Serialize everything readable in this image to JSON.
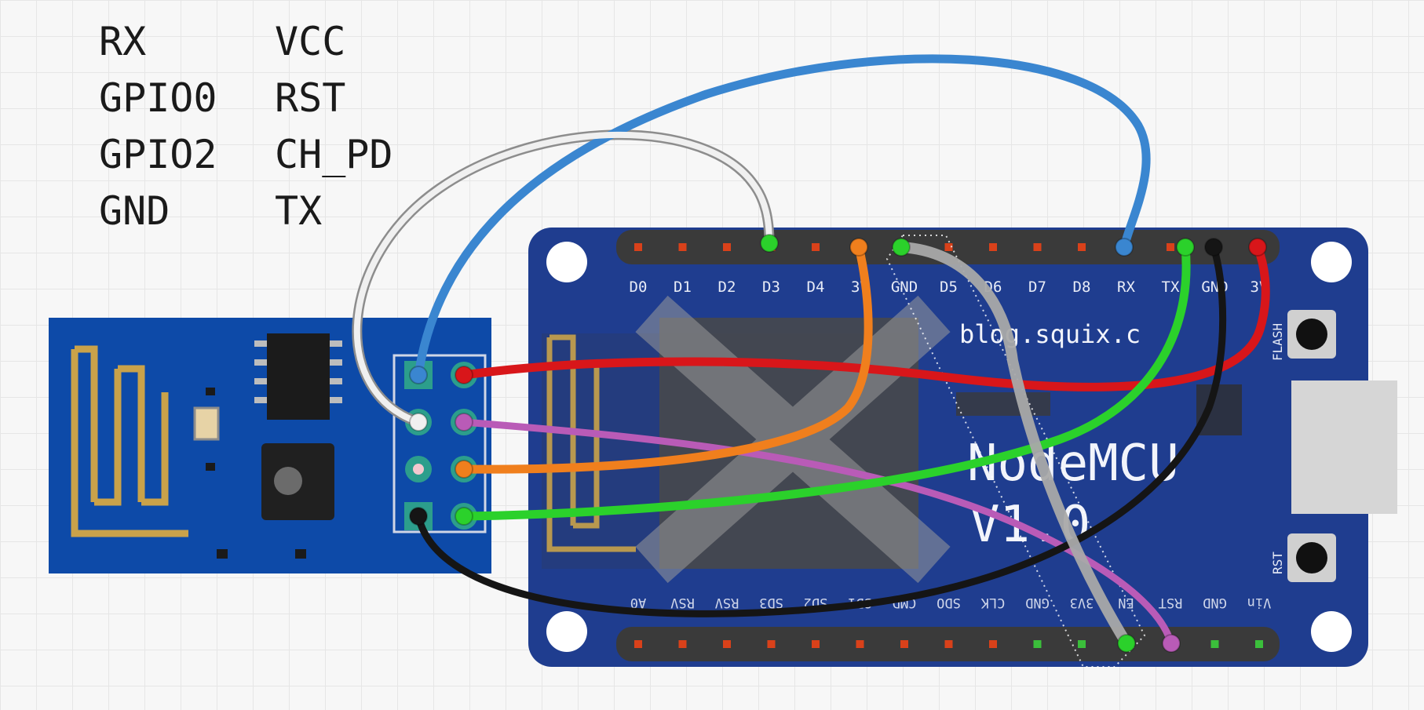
{
  "pinout_table": {
    "rows": [
      {
        "left": "RX",
        "right": "VCC"
      },
      {
        "left": "GPIO0",
        "right": "RST"
      },
      {
        "left": "GPIO2",
        "right": "CH_PD"
      },
      {
        "left": "GND",
        "right": "TX"
      }
    ]
  },
  "nodemcu": {
    "brand_text": "blog.squix.c",
    "model_line1": "NodeMCU",
    "model_line2": "V1.0",
    "flash_label": "FLASH",
    "rst_label": "RST",
    "top_pins": [
      "D0",
      "D1",
      "D2",
      "D3",
      "D4",
      "3V",
      "GND",
      "D5",
      "D6",
      "D7",
      "D8",
      "RX",
      "TX",
      "GND",
      "3V"
    ],
    "bottom_pins": [
      "A0",
      "RSV",
      "RSV",
      "SD3",
      "SD2",
      "SD1",
      "CMD",
      "SDO",
      "CLK",
      "GND",
      "3V3",
      "EN",
      "RST",
      "GND",
      "Vin"
    ]
  },
  "wire_colors": {
    "blue": "#3a86d0",
    "white": "#f0f0f0",
    "red": "#d8161a",
    "purple": "#b95bb7",
    "orange": "#f07f1d",
    "green": "#2bd12b",
    "black": "#151515",
    "gray": "#a9a9a9",
    "board_blue": "#1f3d8f",
    "header_dark": "#3a3a3a"
  }
}
